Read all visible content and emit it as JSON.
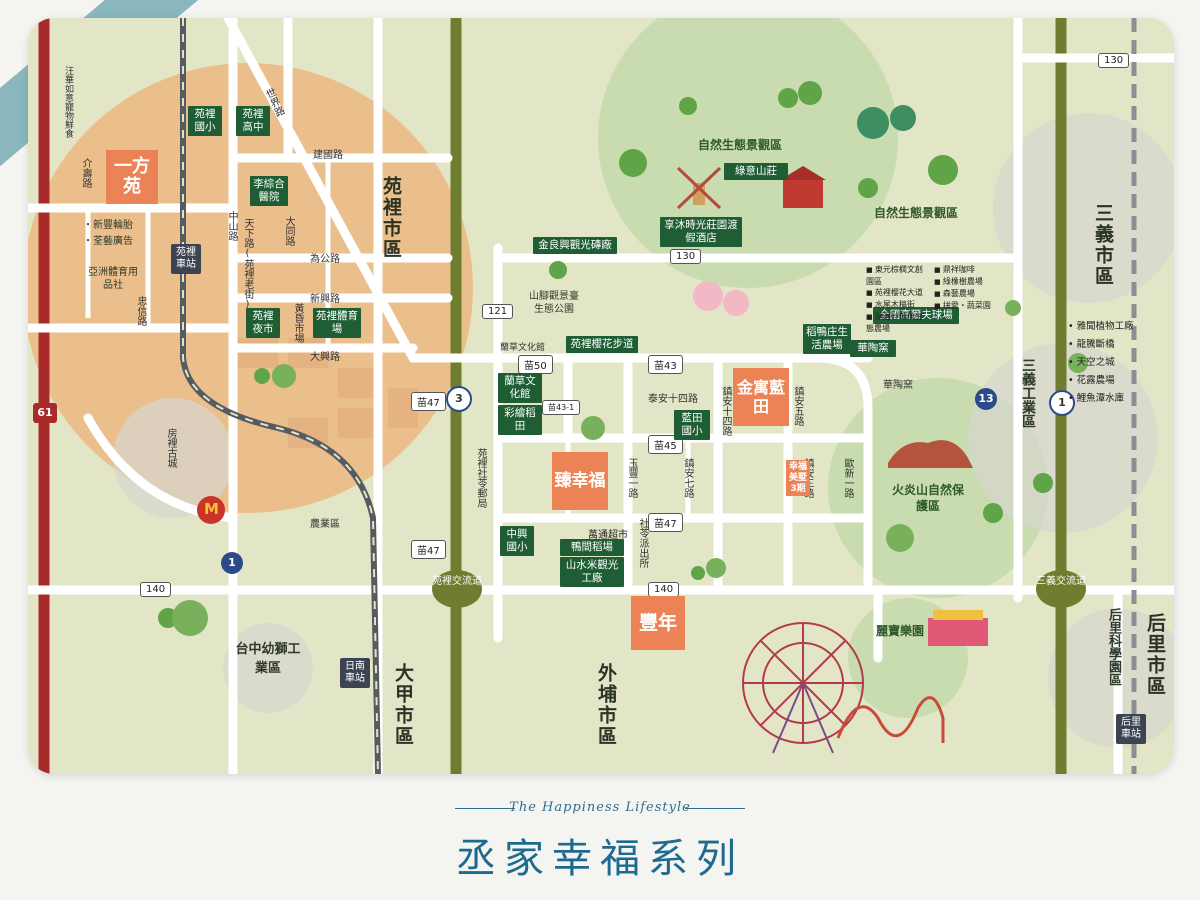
{
  "colors": {
    "accent_orange": "#ec8357",
    "station_box": "#3c4451",
    "poi_green": "#1f5d35",
    "road": "#ffffff",
    "highway": "#7d8a3a",
    "railway": "#555b60",
    "footer_blue": "#1e6a8f"
  },
  "districts": {
    "yuanli": "苑裡市區",
    "dajia": "大甲市區",
    "waipu": "外埔市區",
    "sanyi": "三義市區",
    "houli": "后里市區",
    "sanyi_industrial": "三義工業區",
    "houli_science": "后里科學園區",
    "youshi": "台中幼獅工業區"
  },
  "roads": {
    "jieshou": "介壽路",
    "zhongxin": "忠信路",
    "shijie": "世界路",
    "jianguo": "建國路",
    "zhongshan": "中山路",
    "tianxia": "天下路(苑裡老街)",
    "datong": "大同路",
    "weigong": "為公路",
    "xinxing": "新興路",
    "daxing": "大興路",
    "taian14": "泰安十四路",
    "zhenan14": "鎮安十四路",
    "zhenan5": "鎮安五路",
    "zhenan3": "鎮安三路",
    "yufeng1": "玉豐一路",
    "zhenan7": "鎮安七路",
    "xinxin1": "歐新一路",
    "wangbridge": "汪華如意寵物鮮食",
    "nongye": "農業區",
    "fanglicheng": "房裡古城"
  },
  "road_markers": {
    "m130_top": "130",
    "m130_mid": "130",
    "m121": "121",
    "m50": "苗50",
    "m43": "苗43",
    "m43_1": "苗43-1",
    "m47a": "苗47",
    "m45": "苗45",
    "m47b": "苗47",
    "m47c": "苗47",
    "m140_left": "140",
    "m140_mid": "140",
    "hw3": "3",
    "hw1_left": "1",
    "hw1_right": "1",
    "hw13": "13",
    "hw61": "61"
  },
  "stations": {
    "yuanli_station": "苑裡車站",
    "rinan_station": "日南車站",
    "houli_station": "后里車站"
  },
  "interchanges": {
    "yuanli_ic": "苑裡交流道",
    "sanyi_ic": "三義交流道"
  },
  "poi": {
    "yuanli_elem": "苑裡國小",
    "yuanli_high": "苑裡高中",
    "li_hospital": "李綜合醫院",
    "huangchang_market": "黃昏市場",
    "yuanli_night": "苑裡夜市",
    "yuanli_gym": "苑裡體育場",
    "lancao_culture": "蘭草文化館",
    "caihui_farm": "彩繪稻田",
    "lantian_elem": "藍田國小",
    "zhongxing_elem": "中興國小",
    "duck_farm": "鴨間稻場",
    "shanshuimi": "山水米觀光工廠",
    "wanton_market": "萬通超市",
    "shelali_office": "社苓派出所",
    "shelali_post": "苑裡社苓郵局",
    "lvyi_villa": "綠意山莊",
    "xiangmu_resort": "享沐時光莊園渡假酒店",
    "jinliangxing": "金良興觀光磚廠",
    "yuanli_cherry_trail": "苑裡櫻花步道",
    "shanjiao_park": "山腳觀景臺生態公園",
    "cultural_hall": "蘭草文化館",
    "daoya_farm": "稻鴨庄生活農場",
    "golf": "全國高爾夫球場",
    "huatao_kiln": "華陶窯",
    "huatao_label": "華陶窯",
    "nature_park_1": "自然生態景觀區",
    "nature_park_2": "自然生態景觀區",
    "fire_mountain": "火炎山自然保護區",
    "lihpao": "麗寶樂園",
    "xiaoguan_shop": "・新豐輪胎\n・荃藝廣告",
    "yazhou_sport": "亞洲體育用品社",
    "mcdonalds": "M"
  },
  "project_sites": {
    "yifang": "一方苑",
    "zhenxingfu": "臻幸福",
    "jinlantian": "金寓藍田",
    "fengnian": "豐年",
    "phase3": "幸福美墅3期"
  },
  "legend_right": [
    "雅聞植物工廠",
    "龍騰斷橋",
    "天空之城",
    "花露農場",
    "鯉魚潭水庫"
  ],
  "legend_nature": [
    "東元棕櫚文創園區",
    "苑裡樱花大道",
    "水尾木稿街",
    "湖邊砂糖桃生態農場",
    "鼎祥咖啡",
    "綠橡樹農場",
    "森藝農場",
    "拼愛・蔬菜園"
  ],
  "footer": {
    "subtitle": "The Happiness Lifestyle",
    "title": "丞家幸福系列"
  }
}
